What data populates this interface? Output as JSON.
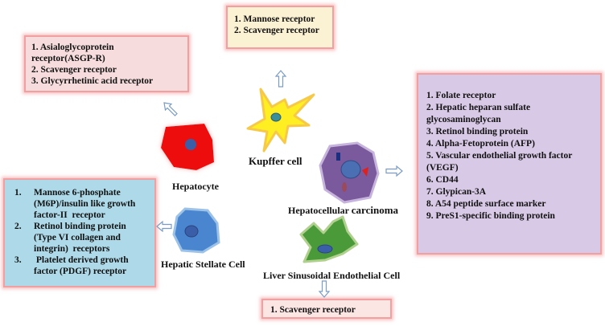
{
  "cells": {
    "kupffer": "Kupffer cell",
    "hepatocyte": "Hepatocyte",
    "hcc_part1": "Hepatocellular ",
    "hcc_part2": "carcinoma",
    "stellate": "Hepatic Stellate Cell",
    "lsec": "Liver Sinusoidal  Endothelial Cell"
  },
  "receptors": {
    "kupffer": [
      "1. Mannose receptor",
      "2. Scavenger receptor"
    ],
    "hepatocyte": [
      "1. Asialoglycoprotein",
      "receptor(ASGP-R)",
      "2. Scavenger receptor",
      "3. Glycyrrhetinic  acid receptor"
    ],
    "hcc": [
      "1. Folate receptor",
      "2. Hepatic heparan sulfate",
      "glycosaminoglycan",
      "3. Retinol binding protein",
      "4. Alpha-Fetoprotein  (AFP)",
      "5. Vascular endothelial growth factor",
      "(VEGF)",
      "6. CD44",
      "7. Glypican-3A",
      "8. A54 peptide surface marker",
      "9. PreS1-specific binding  protein"
    ],
    "stellate": [
      {
        "num": "1.",
        "lines": [
          "Mannose 6-phosphate",
          "(M6P)/insulin like growth",
          "factor-II  receptor"
        ]
      },
      {
        "num": "2.",
        "lines": [
          "Retinol binding protein",
          "(Type VI collagen and",
          "integrin)  receptors"
        ]
      },
      {
        "num": "3.",
        "lines": [
          " Platelet derived growth",
          "factor (PDGF) receptor"
        ]
      }
    ],
    "lsec": [
      "1. Scavenger receptor"
    ]
  },
  "colors": {
    "kupffer_cell": "#ffee22",
    "hepatocyte_cell": "#ee1111",
    "hcc_cell": "#7a5a9c",
    "stellate_cell": "#4a86cf",
    "lsec_cell": "#4a9a3a",
    "nucleus": "#3a5fa8",
    "arrow_outline": "#7a9cc6"
  }
}
